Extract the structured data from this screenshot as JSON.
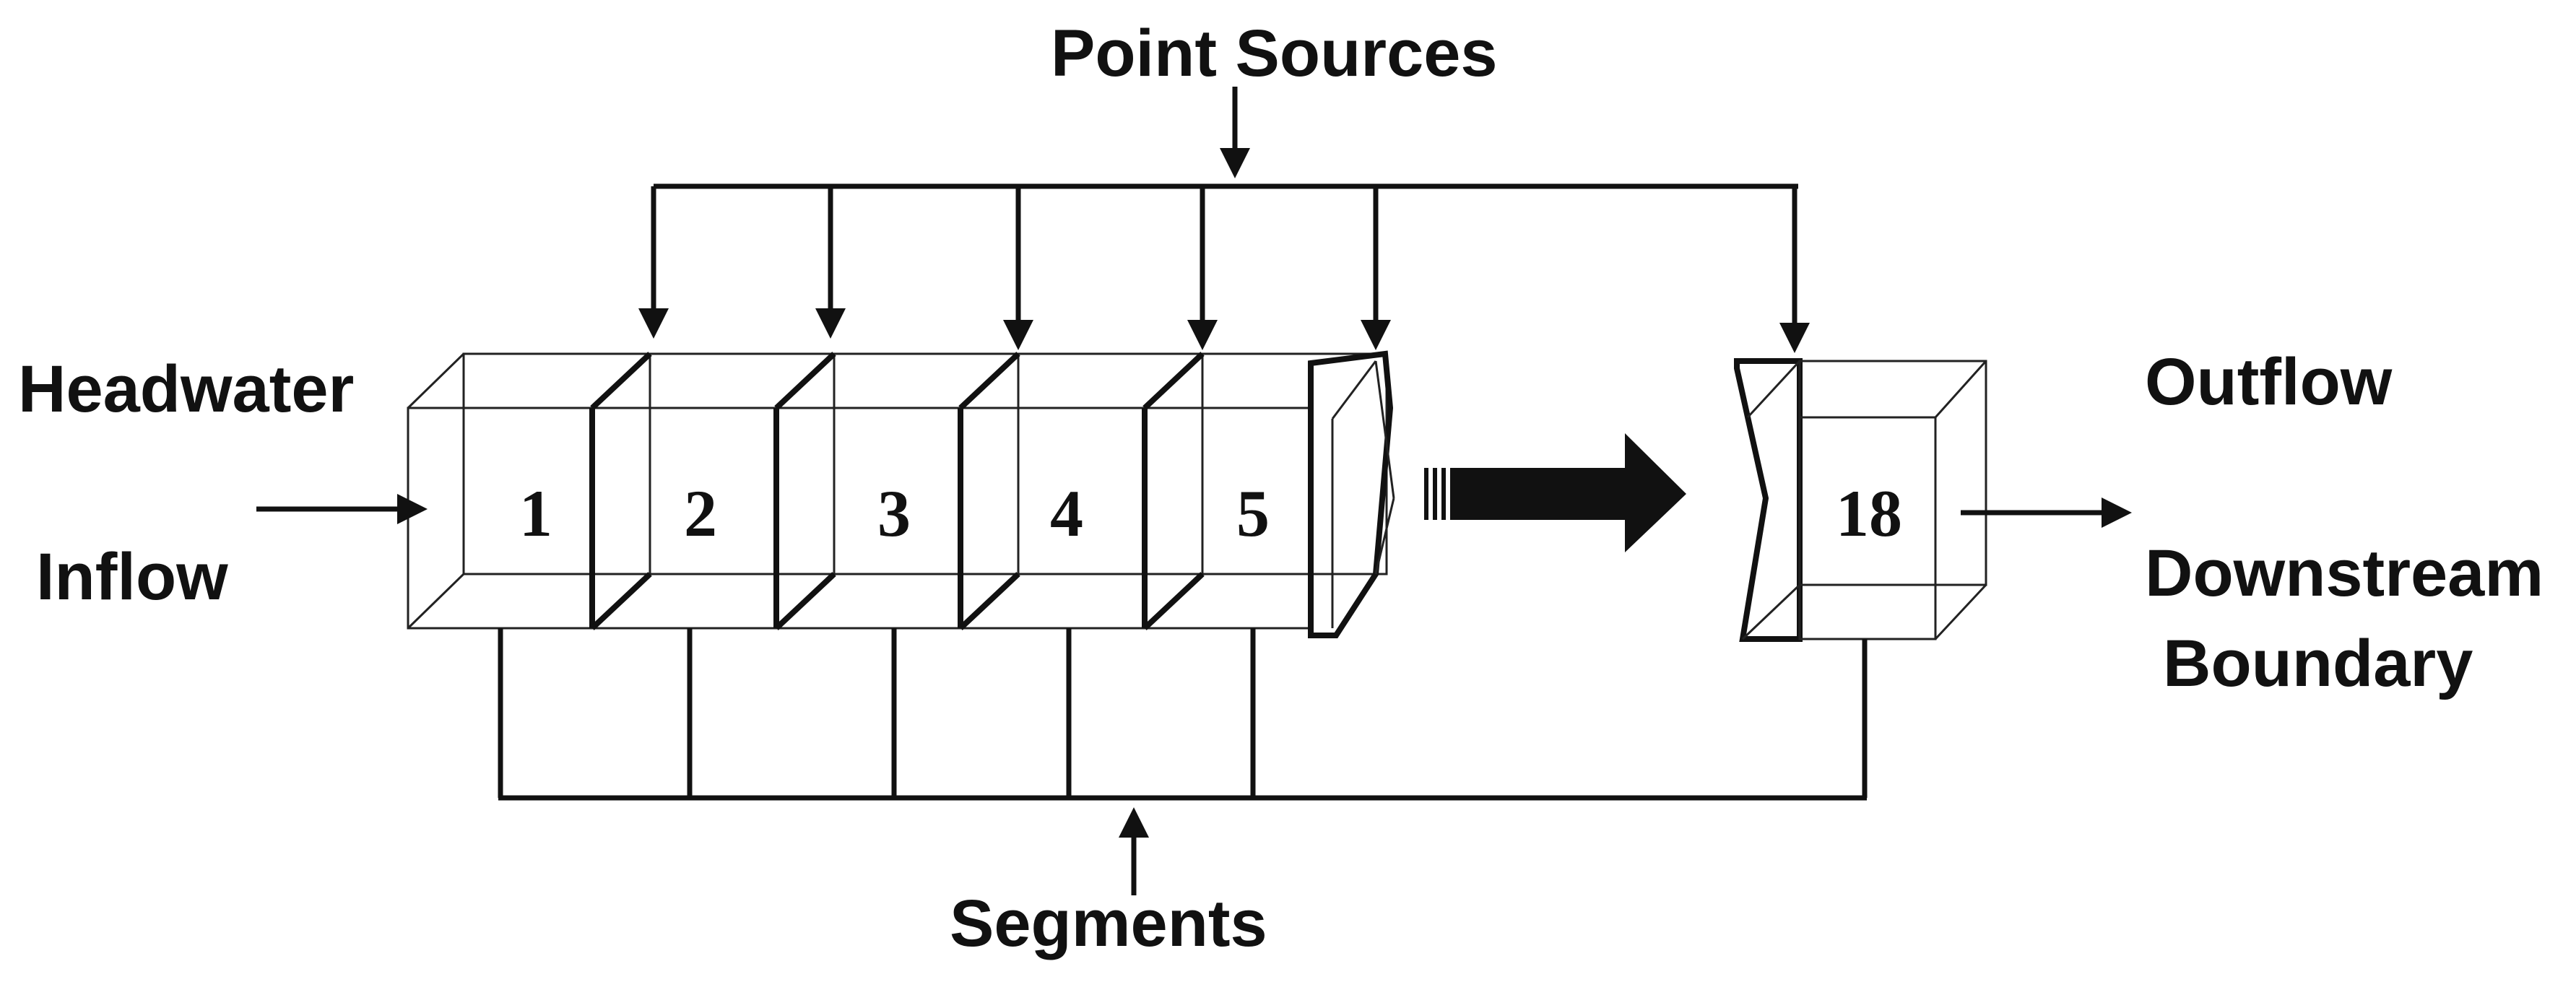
{
  "labels": {
    "point_sources": "Point Sources",
    "headwater": "Headwater",
    "inflow": "Inflow",
    "outflow": "Outflow",
    "downstream_line1": "Downstream",
    "downstream_line2": "Boundary",
    "segments": "Segments"
  },
  "segments": [
    "1",
    "2",
    "3",
    "4",
    "5"
  ],
  "last_segment": "18",
  "colors": {
    "ink": "#111111",
    "background": "#ffffff"
  }
}
